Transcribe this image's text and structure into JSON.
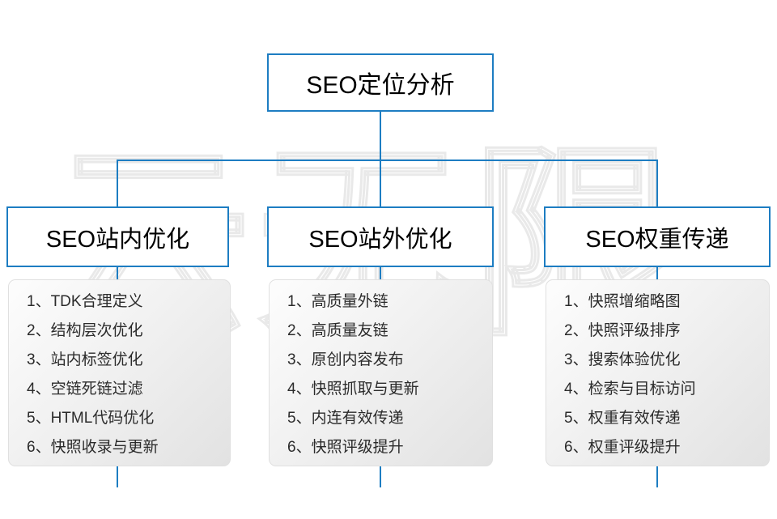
{
  "watermark": "云无限",
  "root": {
    "label": "SEO定位分析"
  },
  "columns": [
    {
      "header": "SEO站内优化",
      "items": [
        "1、TDK合理定义",
        "2、结构层次优化",
        "3、站内标签优化",
        "4、空链死链过滤",
        "5、HTML代码优化",
        "6、快照收录与更新"
      ]
    },
    {
      "header": "SEO站外优化",
      "items": [
        "1、高质量外链",
        "2、高质量友链",
        "3、原创内容发布",
        "4、快照抓取与更新",
        "5、内连有效传递",
        "6、快照评级提升"
      ]
    },
    {
      "header": "SEO权重传递",
      "items": [
        "1、快照增缩略图",
        "2、快照评级排序",
        "3、搜索体验优化",
        "4、检索与目标访问",
        "5、权重有效传递",
        "6、权重评级提升"
      ]
    }
  ],
  "colors": {
    "line": "#1d7dc2",
    "border": "#1d7dc2",
    "node_text": "#000000",
    "list_text": "#2b2b2b",
    "watermark": "#e9e9e9"
  }
}
